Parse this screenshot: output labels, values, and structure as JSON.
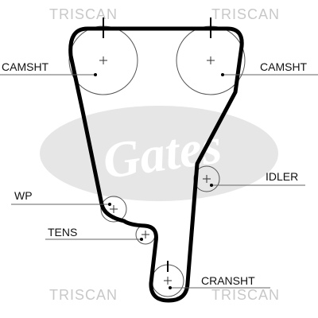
{
  "watermark": {
    "text": "TRISCAN",
    "color": "#c8c8c8"
  },
  "logo": {
    "text": "Gates",
    "color": "#e6e6e6"
  },
  "labels": {
    "camshaft_left": "CAMSHT",
    "camshaft_right": "CAMSHT",
    "idler": "IDLER",
    "water_pump": "WP",
    "tensioner": "TENS",
    "crankshaft": "CRANSHT"
  },
  "colors": {
    "belt": "#000000",
    "pulley_outline": "#555555",
    "leader_line": "#666666",
    "label_text": "#111111"
  }
}
